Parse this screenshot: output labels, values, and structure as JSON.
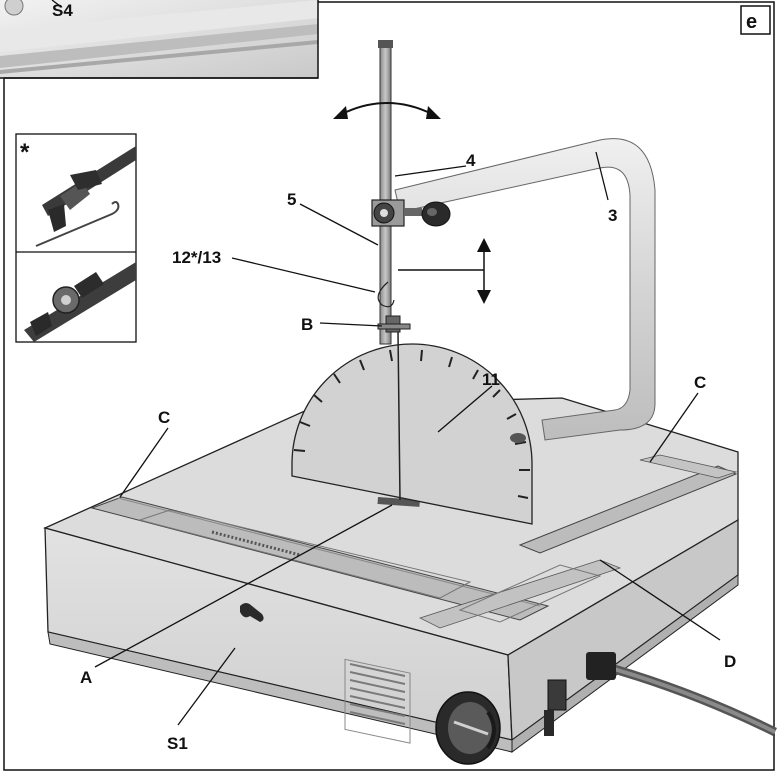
{
  "figure": {
    "panel_letter": "e",
    "inset_marker": "*"
  },
  "callouts": {
    "s4": "S4",
    "c_left": "C",
    "c_right": "C",
    "label_3": "3",
    "label_4": "4",
    "label_5": "5",
    "label_12_13": "12*/13",
    "label_b": "B",
    "label_11": "11",
    "label_a": "A",
    "label_s1": "S1",
    "label_d": "D"
  },
  "colors": {
    "body": "#d6d6d6",
    "top": "#dedede",
    "slot": "#b8b8b8",
    "arm": "#dcdcdc",
    "outline": "#111111"
  }
}
